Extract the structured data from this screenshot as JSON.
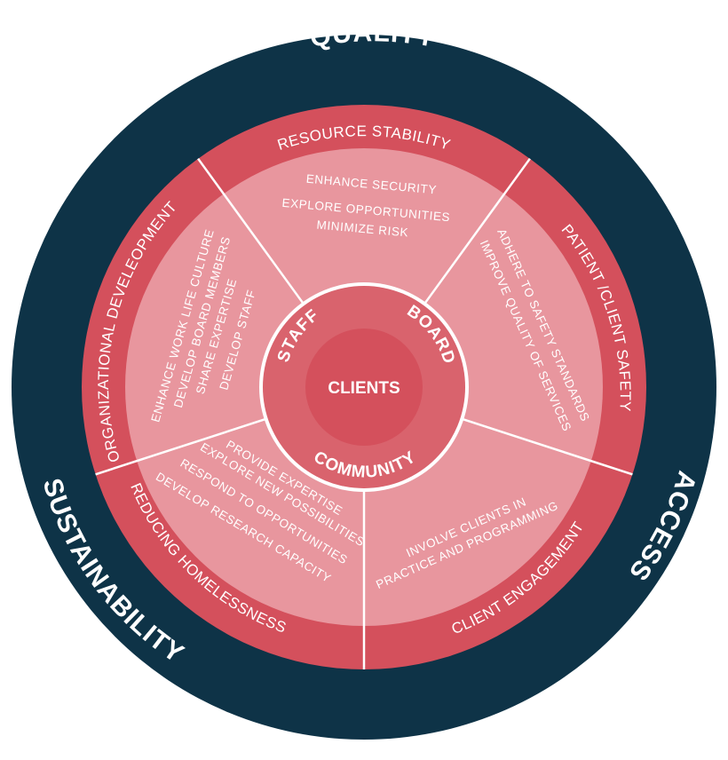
{
  "colors": {
    "outer_ring": "#0e3347",
    "band": "#d4505c",
    "inner": "#e8969e",
    "core": "#d9636d",
    "center": "#d4505c",
    "divider": "#ffffff"
  },
  "outer_labels": {
    "quality": "QUALITY",
    "access": "ACCESS",
    "sustainability": "SUSTAINABILITY"
  },
  "segments": [
    {
      "title": "RESOURCE STABILITY",
      "items": [
        "ENHANCE SECURITY",
        "EXPLORE OPPORTUNITIES",
        "MINIMIZE RISK"
      ]
    },
    {
      "title": "PATIENT /CLIENT SAFETY",
      "items": [
        "ADHERE TO SAFETY STANDARDS",
        "IMPROVE QUALITY OF SERVICES"
      ]
    },
    {
      "title": "CLIENT ENGAGEMENT",
      "items": [
        "INVOLVE CLIENTS IN",
        "PRACTICE AND PROGRAMMING"
      ]
    },
    {
      "title": "REDUCING HOMELESSNESS",
      "items": [
        "PROVIDE EXPERTISE",
        "EXPLORE NEW POSSIBILITIES",
        "RESPOND TO OPPORTUNITIES",
        "DEVELOP RESEARCH CAPACITY"
      ]
    },
    {
      "title": "ORGANIZATIONAL DEVELEOPMENT",
      "items": [
        "ENHANCE WORK LIFE CULTURE",
        "DEVELOP BOARD MEMBERS",
        "SHARE EXPERTISE",
        "DEVELOP STAFF"
      ]
    }
  ],
  "core_labels": {
    "staff": "STAFF",
    "board": "BOARD",
    "community": "COMMUNITY"
  },
  "center_label": "CLIENTS"
}
